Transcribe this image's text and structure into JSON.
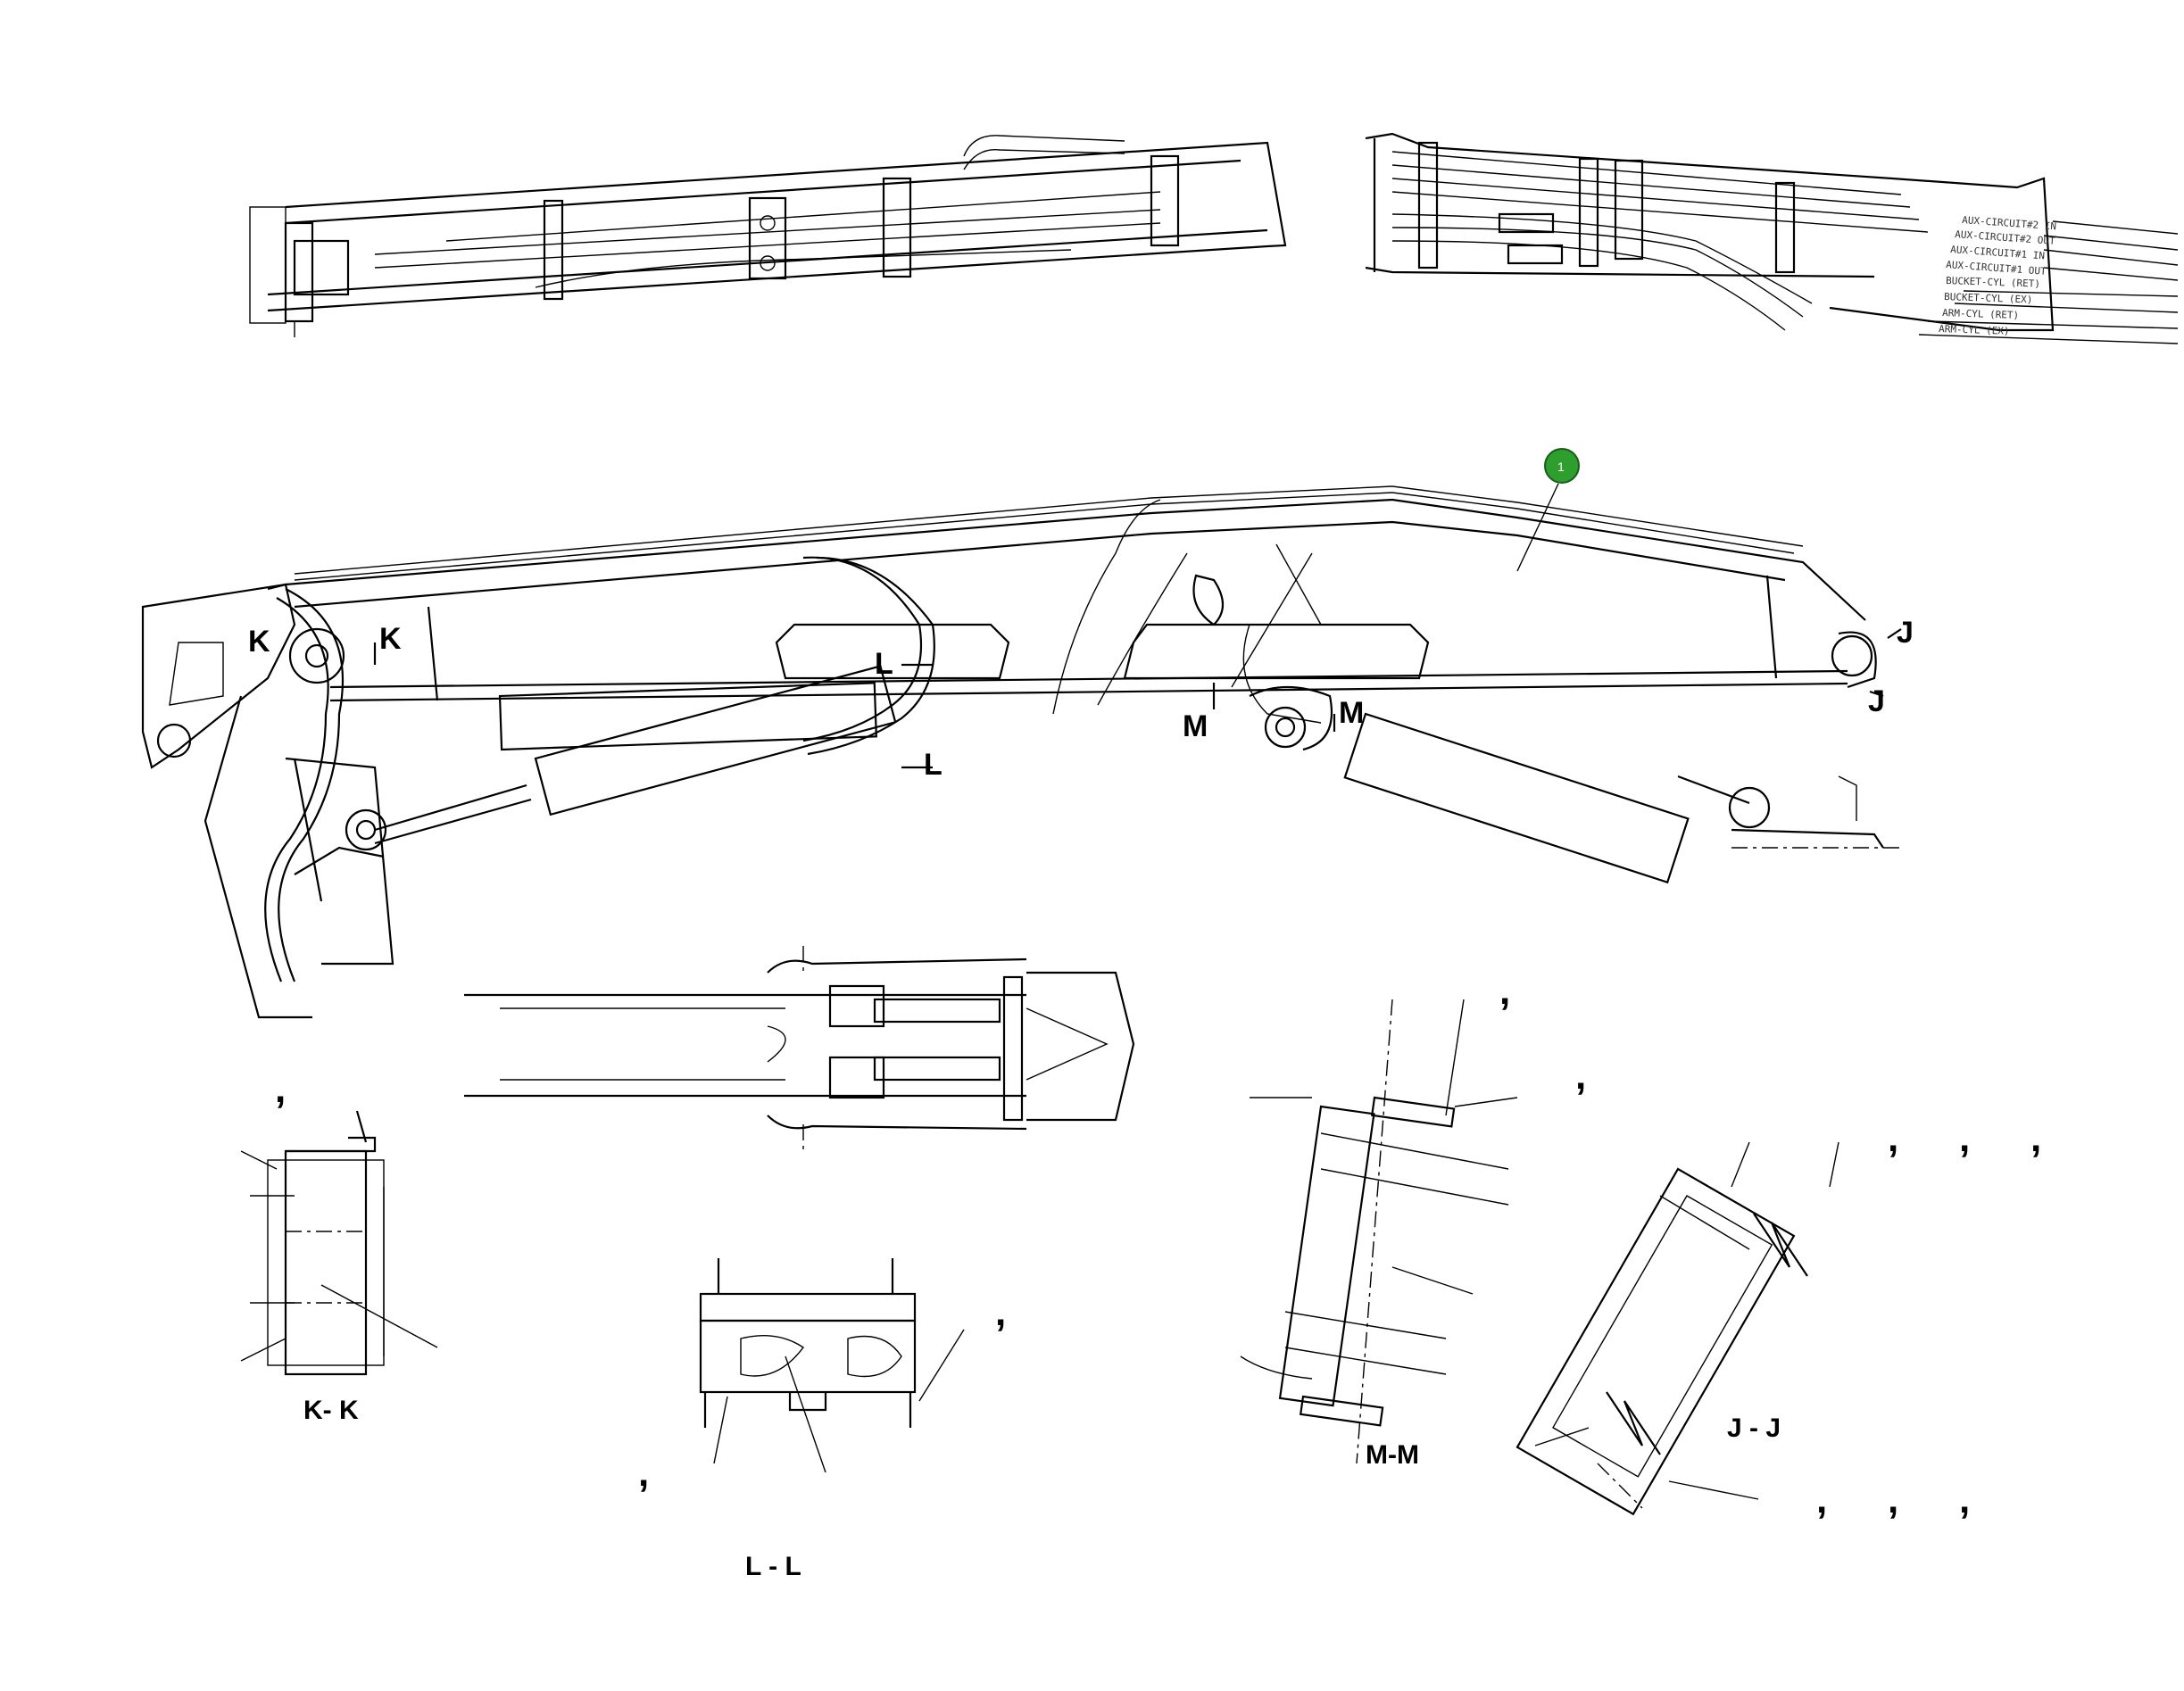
{
  "callout": {
    "number": "1",
    "color": "#2e9e2e"
  },
  "section_markers": {
    "k_left": "K",
    "k_right": "K",
    "l_top": "L",
    "l_bottom": "L",
    "m_left": "M",
    "m_right": "M",
    "j_top": "J",
    "j_bottom": "J"
  },
  "view_titles": {
    "kk": "K- K",
    "ll": "L - L",
    "mm": "M-M",
    "jj": "J - J"
  },
  "hose_labels": [
    "AUX-CIRCUIT#2 IN",
    "AUX-CIRCUIT#2 OUT",
    "AUX-CIRCUIT#1 IN",
    "AUX-CIRCUIT#1 OUT",
    "BUCKET-CYL (RET)",
    "BUCKET-CYL (EX)",
    "ARM-CYL (RET)",
    "ARM-CYL (EX)"
  ],
  "commas": {
    "mark": ","
  }
}
